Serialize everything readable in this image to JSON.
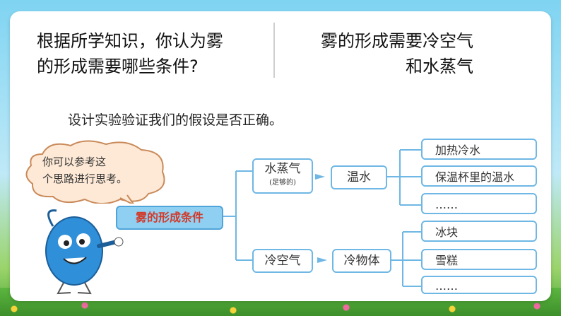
{
  "question": {
    "left_line1": "根据所学知识，你认为雾",
    "left_line2": "的形成需要哪些条件?",
    "right_line1": "雾的形成需要冷空气",
    "right_line2": "和水蒸气"
  },
  "subtitle": "设计实验验证我们的假设是否正确。",
  "speech": {
    "line1": "你可以参考这",
    "line2": "个思路进行思考。"
  },
  "diagram": {
    "root": "雾的形成条件",
    "vapor": {
      "label": "水蒸气",
      "note": "(足够的)"
    },
    "warm_water": "温水",
    "warm_water_examples": [
      "加热冷水",
      "保温杯里的温水",
      "……"
    ],
    "cold_air": "冷空气",
    "cold_object": "冷物体",
    "cold_object_examples": [
      "冰块",
      "雪糕",
      "……"
    ]
  }
}
